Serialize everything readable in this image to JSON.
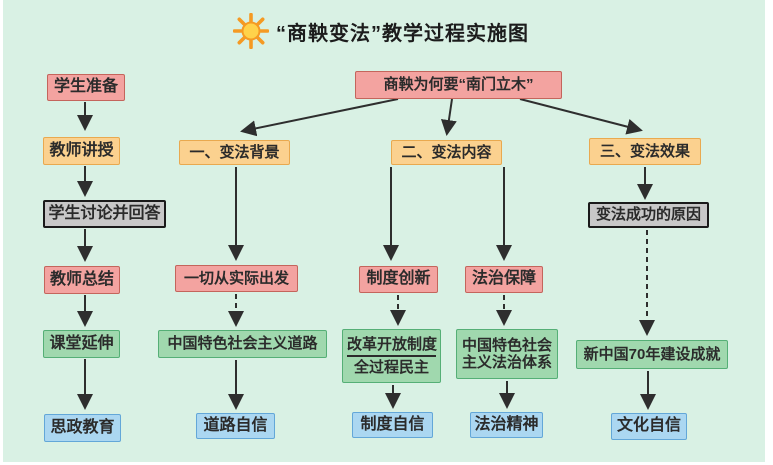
{
  "title": {
    "text": "“商鞅变法”教学过程实施图",
    "icon": "sun-icon"
  },
  "palette": {
    "background": "#d9f1e4",
    "pink_node": "#f3a3a0",
    "orange_node": "#fbd18f",
    "gray_node": "#c8c8c8",
    "green_node": "#a0d8ae",
    "blue_node": "#abd7f1",
    "arrow": "#2e2e2e"
  },
  "teaching_flow": {
    "steps": [
      {
        "label": "学生准备",
        "type": "pink"
      },
      {
        "label": "教师讲授",
        "type": "orange"
      },
      {
        "label": "学生讨论并回答",
        "type": "gray"
      },
      {
        "label": "教师总结",
        "type": "pink"
      },
      {
        "label": "课堂延伸",
        "type": "green"
      },
      {
        "label": "思政教育",
        "type": "blue"
      }
    ]
  },
  "root_question": {
    "label": "商鞅为何要“南门立木”"
  },
  "branches": [
    {
      "header": "一、变法背景",
      "nodes": [
        {
          "label": "一切从实际出发"
        },
        {
          "label": "中国特色社会主义道路"
        },
        {
          "label": "道路自信"
        }
      ]
    },
    {
      "header": "二、变法内容",
      "sub_branches": [
        {
          "nodes": [
            {
              "label": "制度创新"
            },
            {
              "label": "改革开放制度",
              "label2": "全过程民主"
            },
            {
              "label": "制度自信"
            }
          ]
        },
        {
          "nodes": [
            {
              "label": "法治保障"
            },
            {
              "label": "中国特色社会",
              "label2": "主义法治体系"
            },
            {
              "label": "法治精神"
            }
          ]
        }
      ]
    },
    {
      "header": "三、变法效果",
      "nodes": [
        {
          "label": "变法成功的原因"
        },
        {
          "label": "新中国70年建设成就"
        },
        {
          "label": "文化自信"
        }
      ]
    }
  ]
}
